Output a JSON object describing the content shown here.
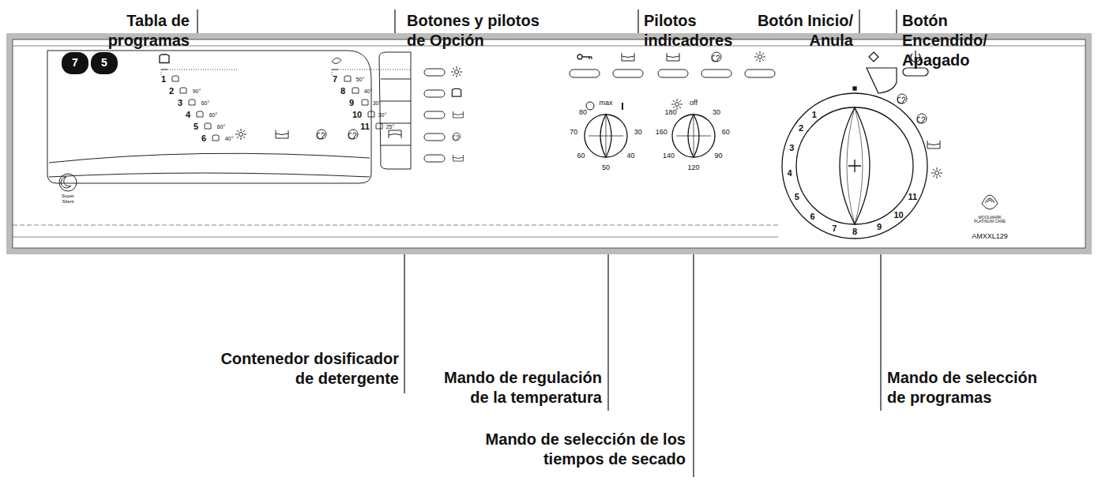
{
  "diagram": {
    "labels": [
      "Tabla de programas",
      "Botones y pilotos de Opción",
      "Pilotos indicadores",
      "Botón Inicio/ Anula",
      "Botón Encendido/ Apagado",
      "Contenedor dosificador de detergente",
      "Mando de regulación de la temperatura",
      "Mando de selección de los tiempos de secado",
      "Mando de selección de programas",
      "7",
      "5",
      "1",
      "2",
      "90°",
      "3",
      "60°",
      "4",
      "60°",
      "5",
      "60°",
      "6",
      "40°",
      "7",
      "50°",
      "8",
      "40°",
      "9",
      "30°",
      "10",
      "30°",
      "11",
      "25°",
      "Super Silent",
      "max",
      "80",
      "70",
      "60",
      "50",
      "40",
      "30",
      "off",
      "30",
      "60",
      "90",
      "120",
      "140",
      "160",
      "180",
      "1",
      "2",
      "3",
      "4",
      "5",
      "6",
      "7",
      "8",
      "9",
      "10",
      "11",
      "WOOLMARK PLATINUM CARE",
      "AMXXL129"
    ]
  }
}
